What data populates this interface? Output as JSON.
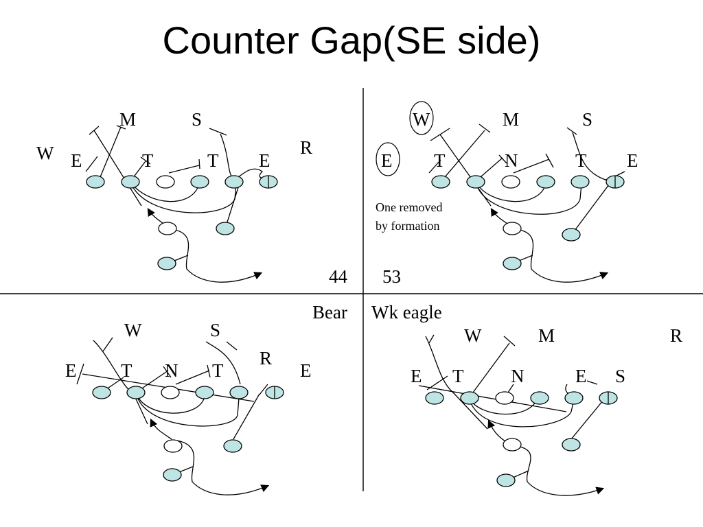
{
  "title": "Counter Gap(SE side)",
  "colors": {
    "offense_fill": "#bfe4e4",
    "line": "#000000",
    "background": "#ffffff"
  },
  "panels": {
    "top_left": {
      "defenders": [
        "M",
        "S",
        "W",
        "E",
        "T",
        "T",
        "E",
        "R"
      ],
      "front": "44"
    },
    "top_right": {
      "defenders": [
        "W",
        "M",
        "S",
        "E",
        "T",
        "N",
        "T",
        "E"
      ],
      "circled": [
        "W",
        "E"
      ],
      "note_line1": "One removed",
      "note_line2": "by formation",
      "front": "53"
    },
    "bottom_left": {
      "defenders": [
        "W",
        "S",
        "R",
        "E",
        "T",
        "N",
        "T",
        "E"
      ],
      "front": "Bear"
    },
    "bottom_right": {
      "defenders": [
        "W",
        "M",
        "R",
        "E",
        "T",
        "N",
        "E",
        "S"
      ],
      "front": "Wk eagle"
    }
  }
}
